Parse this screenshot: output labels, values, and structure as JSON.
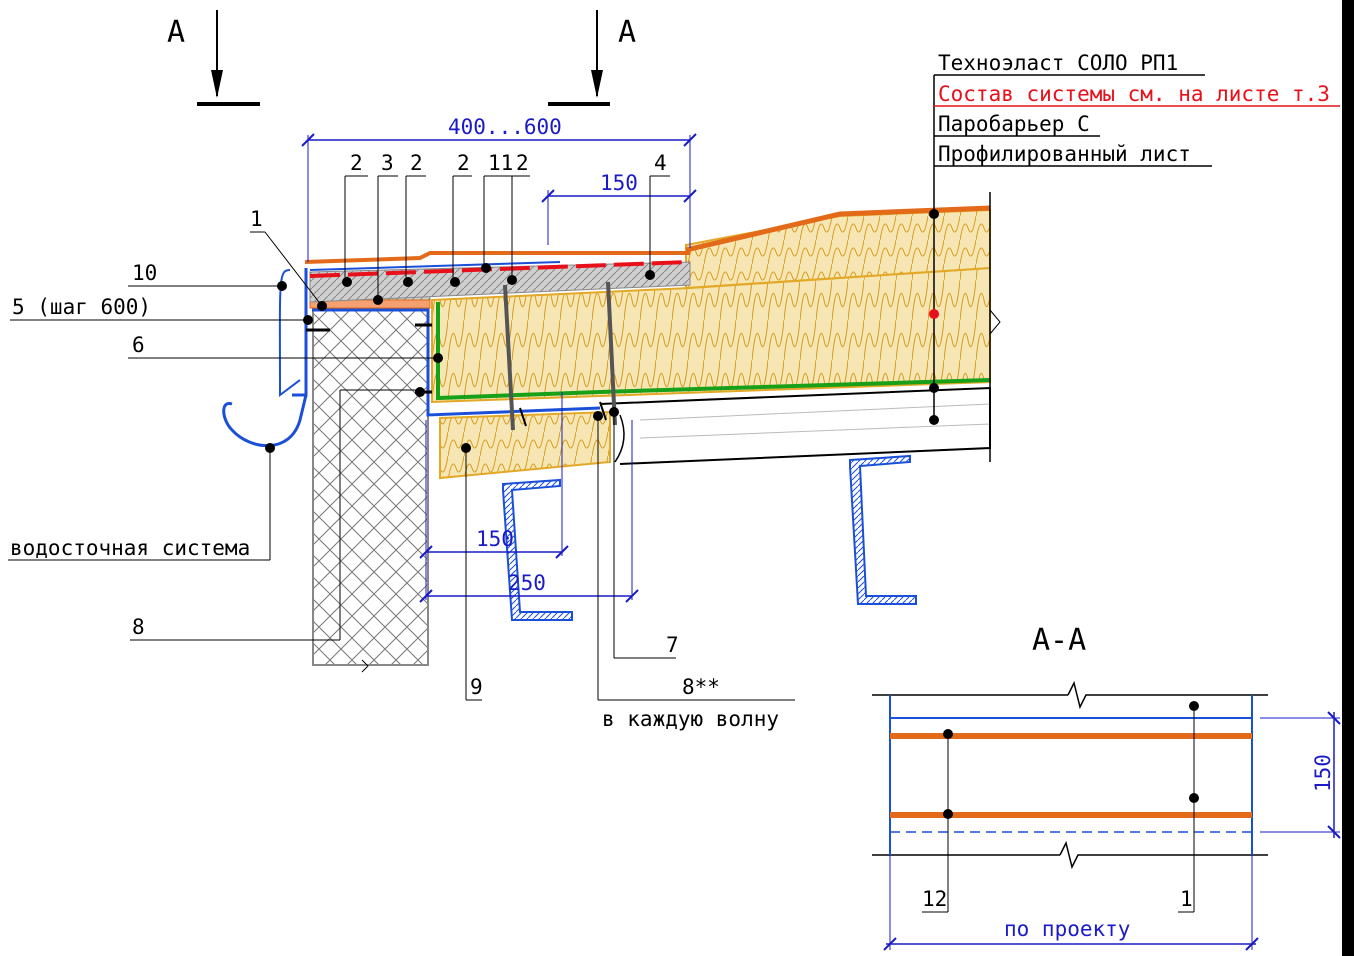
{
  "section_marks": {
    "left": "А",
    "right": "А",
    "section_title": "А-А"
  },
  "layers": {
    "top": "Техноэласт СОЛО РП1",
    "system": "Состав системы см. на листе т.3",
    "vapor": "Паробарьер С",
    "deck": "Профилированный лист"
  },
  "dimensions": {
    "overhang": "400...600",
    "lap_150": "150",
    "d150": "150",
    "d250": "250",
    "section_150": "150",
    "by_project": "по проекту"
  },
  "callouts": {
    "c1": "1",
    "c2a": "2",
    "c3": "3",
    "c2b": "2",
    "c2c": "2",
    "c11": "11",
    "c2d": "2",
    "c4": "4",
    "c10": "10",
    "c5": "5 (шаг 600)",
    "c6": "6",
    "c8": "8",
    "c9": "9",
    "c7": "7",
    "c8s": "8**",
    "c8s_note": "в каждую волну",
    "gutter": "водосточная система",
    "c12": "12",
    "c1b": "1"
  },
  "colors": {
    "insulation": "#f0d99c",
    "insulation_line": "#e3a826",
    "membrane_orange": "#e26a18",
    "membrane_red": "#e8101a",
    "steel_blue": "#1a4fd8",
    "vapor_green": "#18a018",
    "dimension_blue": "#1a1ac8",
    "concrete": "#888888"
  },
  "icons": {
    "section_arrow": "down-arrow-icon",
    "dot": "leader-dot-icon",
    "break": "break-line-icon"
  }
}
